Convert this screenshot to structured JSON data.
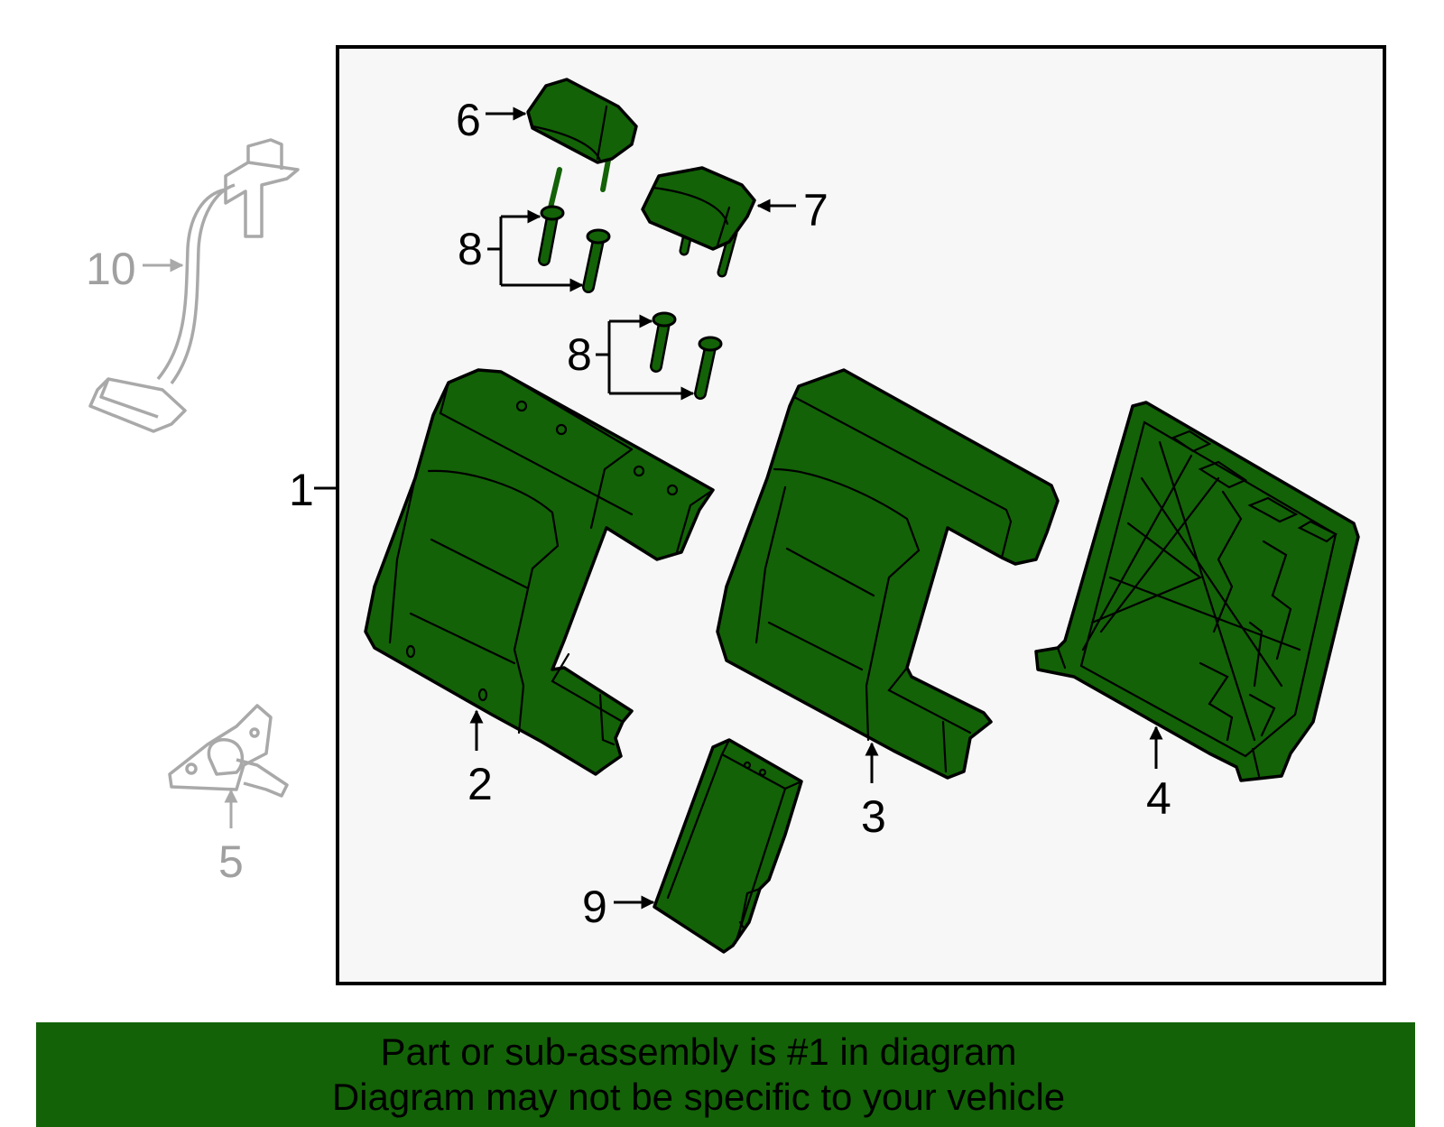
{
  "callouts": {
    "c1": "1",
    "c2": "2",
    "c3": "3",
    "c4": "4",
    "c5": "5",
    "c6": "6",
    "c7": "7",
    "c8a": "8",
    "c8b": "8",
    "c9": "9",
    "c10": "10"
  },
  "banner": {
    "line1": "Part or sub-assembly is #1 in diagram",
    "line2": "Diagram may not be specific to your vehicle"
  },
  "colors": {
    "part_fill": "#136207",
    "banner_bg": "#136207",
    "frame_bg": "#f7f7f7",
    "ghost_parts": "#a9a9a9"
  }
}
